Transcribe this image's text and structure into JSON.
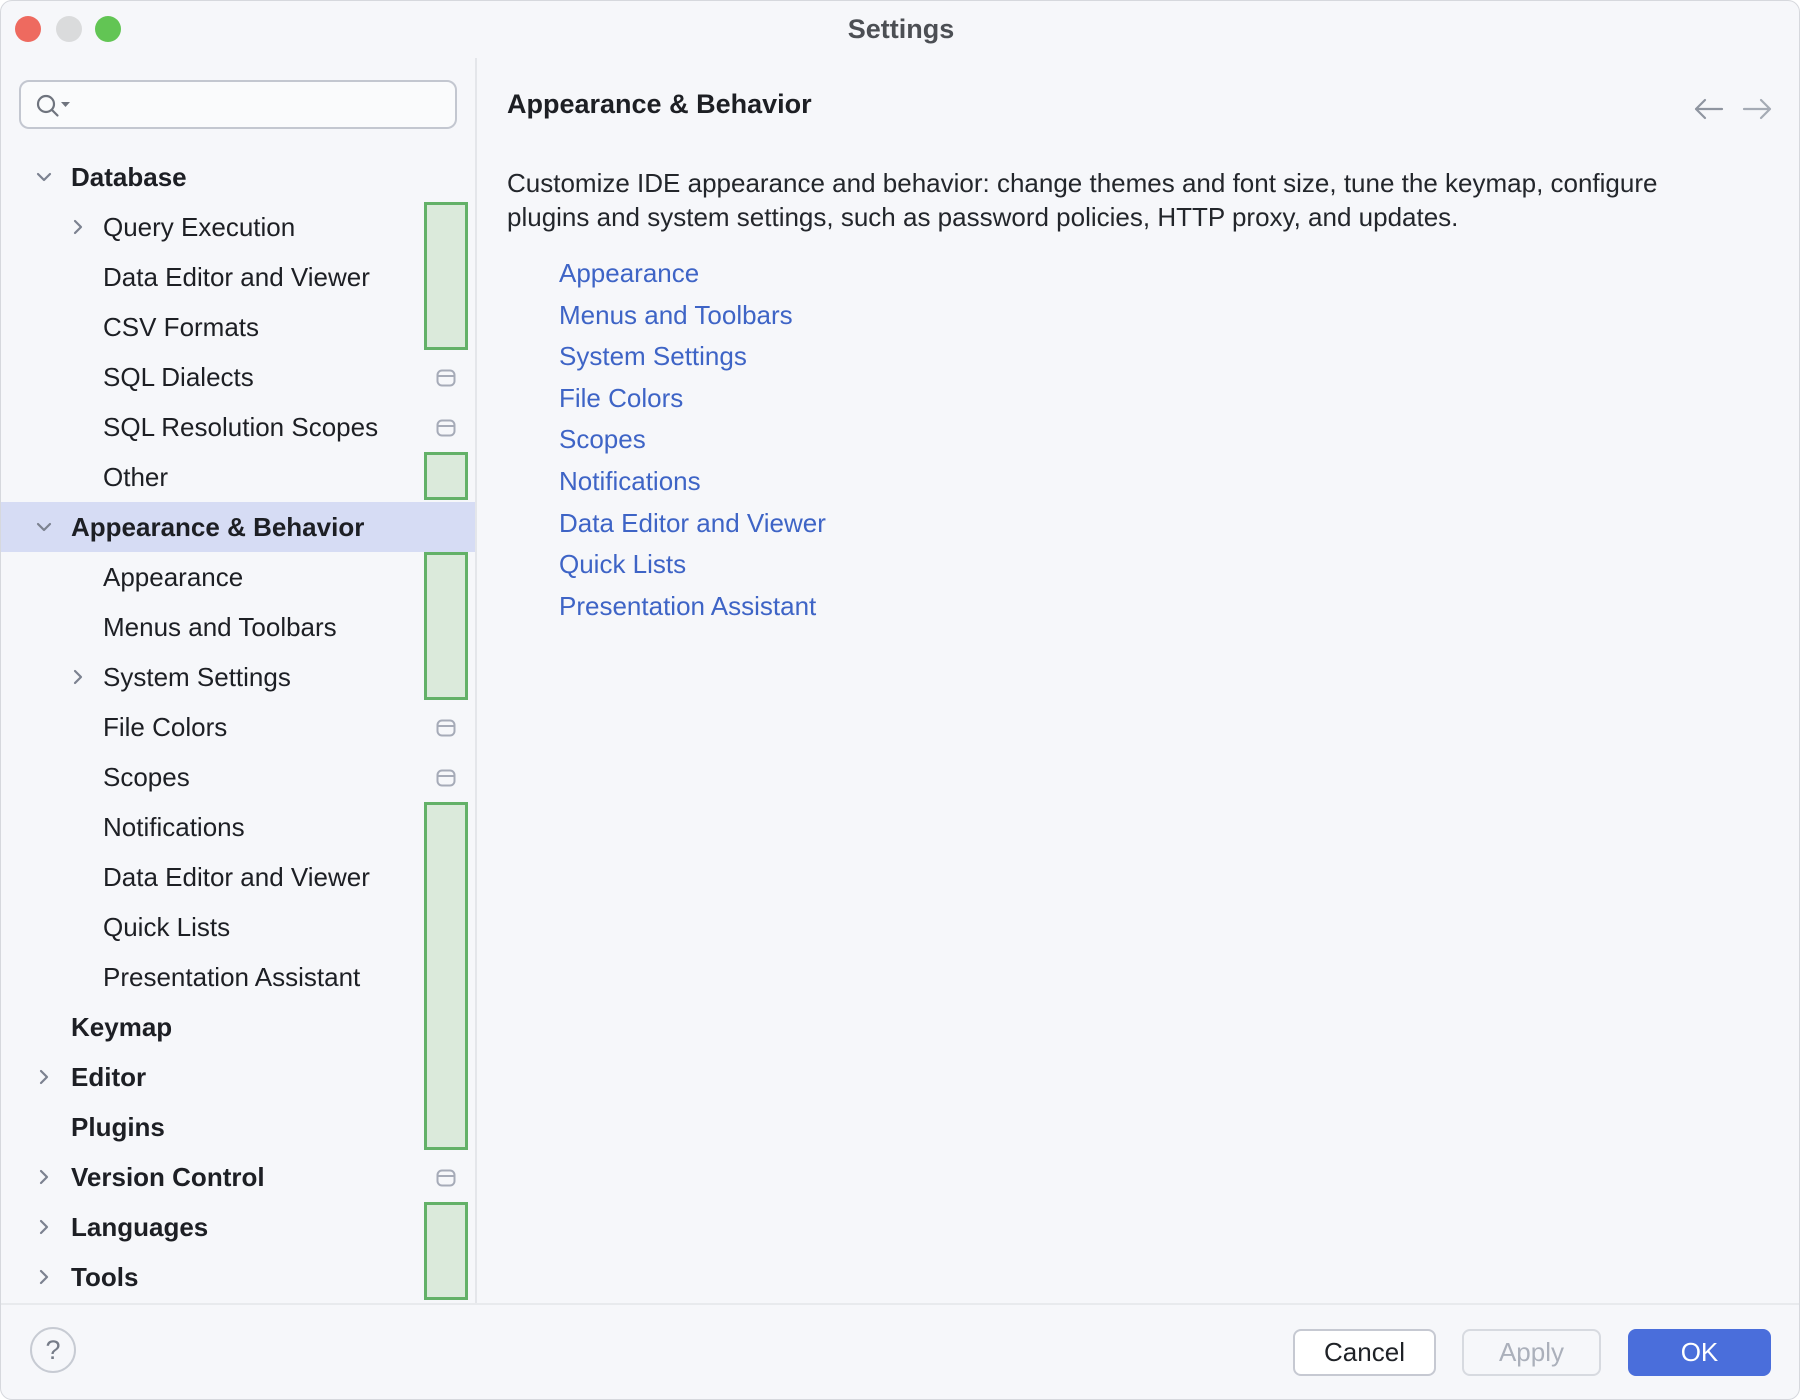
{
  "window": {
    "title": "Settings"
  },
  "titlebar_buttons": [
    {
      "name": "close"
    },
    {
      "name": "minimize"
    },
    {
      "name": "zoom"
    }
  ],
  "sidebar": {
    "search_placeholder": "",
    "items": [
      {
        "label": "Database",
        "level": 0,
        "chevron": "down",
        "bold": true
      },
      {
        "label": "Query Execution",
        "level": 1,
        "chevron": "right"
      },
      {
        "label": "Data Editor and Viewer",
        "level": 1
      },
      {
        "label": "CSV Formats",
        "level": 1
      },
      {
        "label": "SQL Dialects",
        "level": 1,
        "trailing_icon": "window-icon"
      },
      {
        "label": "SQL Resolution Scopes",
        "level": 1,
        "trailing_icon": "window-icon"
      },
      {
        "label": "Other",
        "level": 1
      },
      {
        "label": "Appearance & Behavior",
        "level": 0,
        "chevron": "down",
        "bold": true,
        "selected": true
      },
      {
        "label": "Appearance",
        "level": 1
      },
      {
        "label": "Menus and Toolbars",
        "level": 1
      },
      {
        "label": "System Settings",
        "level": 1,
        "chevron": "right"
      },
      {
        "label": "File Colors",
        "level": 1,
        "trailing_icon": "window-icon"
      },
      {
        "label": "Scopes",
        "level": 1,
        "trailing_icon": "window-icon"
      },
      {
        "label": "Notifications",
        "level": 1
      },
      {
        "label": "Data Editor and Viewer",
        "level": 1
      },
      {
        "label": "Quick Lists",
        "level": 1
      },
      {
        "label": "Presentation Assistant",
        "level": 1
      },
      {
        "label": "Keymap",
        "level": 0,
        "bold": true
      },
      {
        "label": "Editor",
        "level": 0,
        "chevron": "right",
        "bold": true
      },
      {
        "label": "Plugins",
        "level": 0,
        "bold": true
      },
      {
        "label": "Version Control",
        "level": 0,
        "chevron": "right",
        "bold": true,
        "trailing_icon": "window-icon"
      },
      {
        "label": "Languages",
        "level": 0,
        "chevron": "right",
        "bold": true
      },
      {
        "label": "Tools",
        "level": 0,
        "chevron": "right",
        "bold": true
      }
    ],
    "highlight_bars": [
      {
        "from_row": 1,
        "to_row": 3
      },
      {
        "from_row": 6,
        "to_row": 6
      },
      {
        "from_row": 8,
        "to_row": 10
      },
      {
        "from_row": 13,
        "to_row": 19
      },
      {
        "from_row": 21,
        "to_row": 22
      }
    ]
  },
  "main": {
    "title": "Appearance & Behavior",
    "description_lines": [
      "Customize IDE appearance and behavior: change themes and font size, tune the keymap, configure",
      "plugins and system settings, such as password policies, HTTP proxy, and updates."
    ],
    "links": [
      "Appearance",
      "Menus and Toolbars",
      "System Settings",
      "File Colors",
      "Scopes",
      "Notifications",
      "Data Editor and Viewer",
      "Quick Lists",
      "Presentation Assistant"
    ]
  },
  "footer": {
    "help": "?",
    "cancel": "Cancel",
    "apply": "Apply",
    "ok": "OK"
  },
  "colors": {
    "link": "#3e64c6",
    "primary_button": "#4a6edb",
    "selected_row": "#d6dcf4",
    "highlight_border": "#63b168",
    "highlight_fill": "#dbeadb",
    "traffic_close": "#ee6a5f",
    "traffic_minimize": "#dadbdc",
    "traffic_zoom": "#62c554"
  }
}
